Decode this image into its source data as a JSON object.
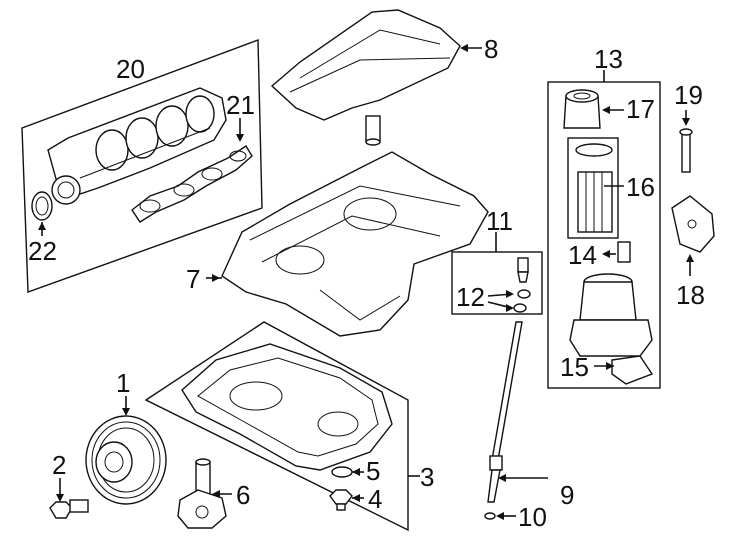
{
  "diagram": {
    "callouts": {
      "c1": "1",
      "c2": "2",
      "c3": "3",
      "c4": "4",
      "c5": "5",
      "c6": "6",
      "c7": "7",
      "c8": "8",
      "c9": "9",
      "c10": "10",
      "c11": "11",
      "c12": "12",
      "c13": "13",
      "c14": "14",
      "c15": "15",
      "c16": "16",
      "c17": "17",
      "c18": "18",
      "c19": "19",
      "c20": "20",
      "c21": "21",
      "c22": "22"
    }
  }
}
